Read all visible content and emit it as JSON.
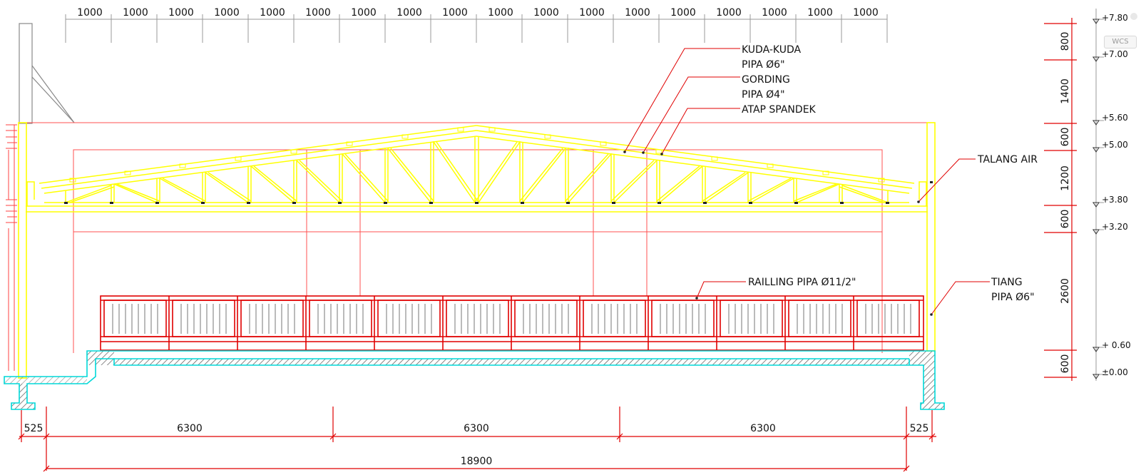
{
  "top_dims": [
    "1000",
    "1000",
    "1000",
    "1000",
    "1000",
    "1000",
    "1000",
    "1000",
    "1000",
    "1000",
    "1000",
    "1000",
    "1000",
    "1000",
    "1000",
    "1000",
    "1000",
    "1000"
  ],
  "labels": {
    "kuda_kuda": "KUDA-KUDA",
    "kuda_kuda_pipe": "PIPA Ø6\"",
    "gording": "GORDING",
    "gording_pipe": "PIPA Ø4\"",
    "atap": "ATAP SPANDEK",
    "talang": "TALANG AIR",
    "railing": "RAILLING PIPA Ø11/2\"",
    "tiang": "TIANG",
    "tiang_pipe": "PIPA Ø6\""
  },
  "right_dims": [
    "800",
    "1400",
    "600",
    "1200",
    "600",
    "2600",
    "600"
  ],
  "levels": [
    "+7.80",
    "+7.00",
    "+5.60",
    "+5.00",
    "+3.80",
    "+3.20",
    "+ 0.60",
    "±0.00"
  ],
  "bottom_dims": [
    "525",
    "6300",
    "6300",
    "6300",
    "525"
  ],
  "total_dim": "18900",
  "wcs": "WCS",
  "colors": {
    "truss": "#ffff00",
    "dimension": "#e00000",
    "slab": "#00d8d8",
    "wall": "#ff4040",
    "text": "#111111"
  }
}
